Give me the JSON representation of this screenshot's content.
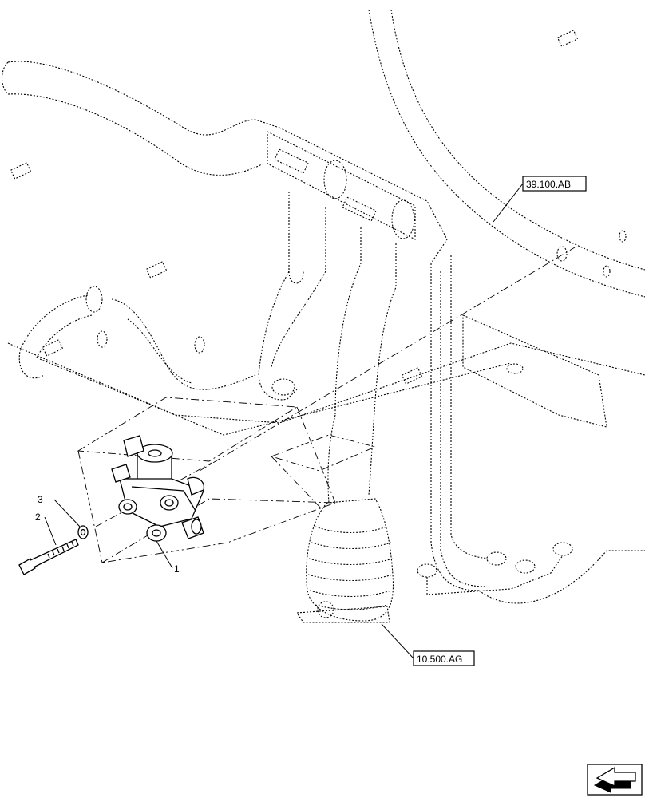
{
  "callouts": {
    "item_1": "1",
    "item_2": "2",
    "item_3": "3"
  },
  "references": {
    "ref_top": "39.100.AB",
    "ref_bottom": "10.500.AG"
  },
  "icons": {
    "nav": "next-page-arrow-icon"
  }
}
